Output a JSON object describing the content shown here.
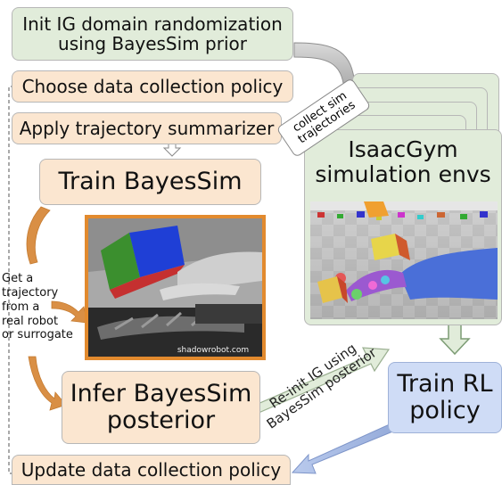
{
  "steps": {
    "init": {
      "line1": "Init IG domain randomization",
      "line2": "using BayesSim prior"
    },
    "choose": "Choose data collection policy",
    "summarize": "Apply trajectory summarizer",
    "train_bayessim": "Train BayesSim",
    "infer": {
      "line1": "Infer BayesSim",
      "line2": "posterior"
    },
    "update": "Update data collection policy",
    "train_rl": {
      "line1": "Train RL",
      "line2": "policy"
    },
    "sim_envs": {
      "line1": "IsaacGym",
      "line2": "simulation envs"
    }
  },
  "annotations": {
    "collect": {
      "line1": "collect sim",
      "line2": "trajectories"
    },
    "reinit": {
      "line1": "Re-init IG using",
      "line2": "BayesSim posterior"
    },
    "get_trajectory": [
      "Get a",
      "trajectory",
      "from a",
      "real robot",
      "or surrogate"
    ]
  },
  "images": {
    "real_robot_watermark": "shadowrobot.com"
  },
  "colors": {
    "peach_box": "#fbe6d0",
    "green_box": "#e1ecda",
    "blue_box": "#cfdcf6",
    "orange_arrow": "#d98f45",
    "gray_arrow": "#a9a9a9",
    "frame_orange": "#e28a2e"
  }
}
